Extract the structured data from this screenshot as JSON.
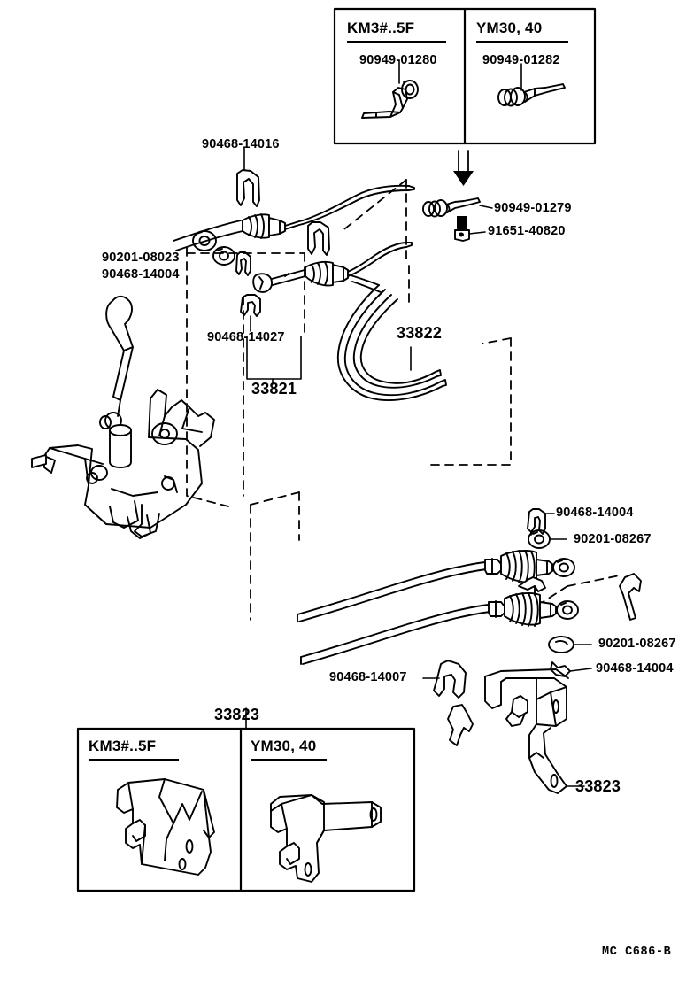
{
  "diagram": {
    "title_code": "MC C686-B",
    "group_numbers": [
      {
        "id": "33821",
        "label": "33821"
      },
      {
        "id": "33822",
        "label": "33822"
      },
      {
        "id": "33823-top",
        "label": "33823"
      },
      {
        "id": "33823-right",
        "label": "33823"
      }
    ],
    "part_labels": [
      {
        "id": "p-90468-14016",
        "label": "90468-14016"
      },
      {
        "id": "p-90201-08023",
        "label": "90201-08023"
      },
      {
        "id": "p-90468-14004-a",
        "label": "90468-14004"
      },
      {
        "id": "p-90468-14027",
        "label": "90468-14027"
      },
      {
        "id": "p-90949-01279",
        "label": "90949-01279"
      },
      {
        "id": "p-91651-40820",
        "label": "91651-40820"
      },
      {
        "id": "p-90468-14004-b",
        "label": "90468-14004"
      },
      {
        "id": "p-90201-08267-a",
        "label": "90201-08267"
      },
      {
        "id": "p-90201-08267-b",
        "label": "90201-08267"
      },
      {
        "id": "p-90468-14004-c",
        "label": "90468-14004"
      },
      {
        "id": "p-90468-14007",
        "label": "90468-14007"
      }
    ],
    "inset_top": {
      "panels": [
        {
          "variant": "KM3#..5F",
          "part": "90949-01280"
        },
        {
          "variant": "YM30, 40",
          "part": "90949-01282"
        }
      ]
    },
    "inset_bottom": {
      "group": "33823",
      "panels": [
        {
          "variant": "KM3#..5F"
        },
        {
          "variant": "YM30, 40"
        }
      ]
    },
    "colors": {
      "line": "#000000",
      "background": "#ffffff"
    }
  }
}
